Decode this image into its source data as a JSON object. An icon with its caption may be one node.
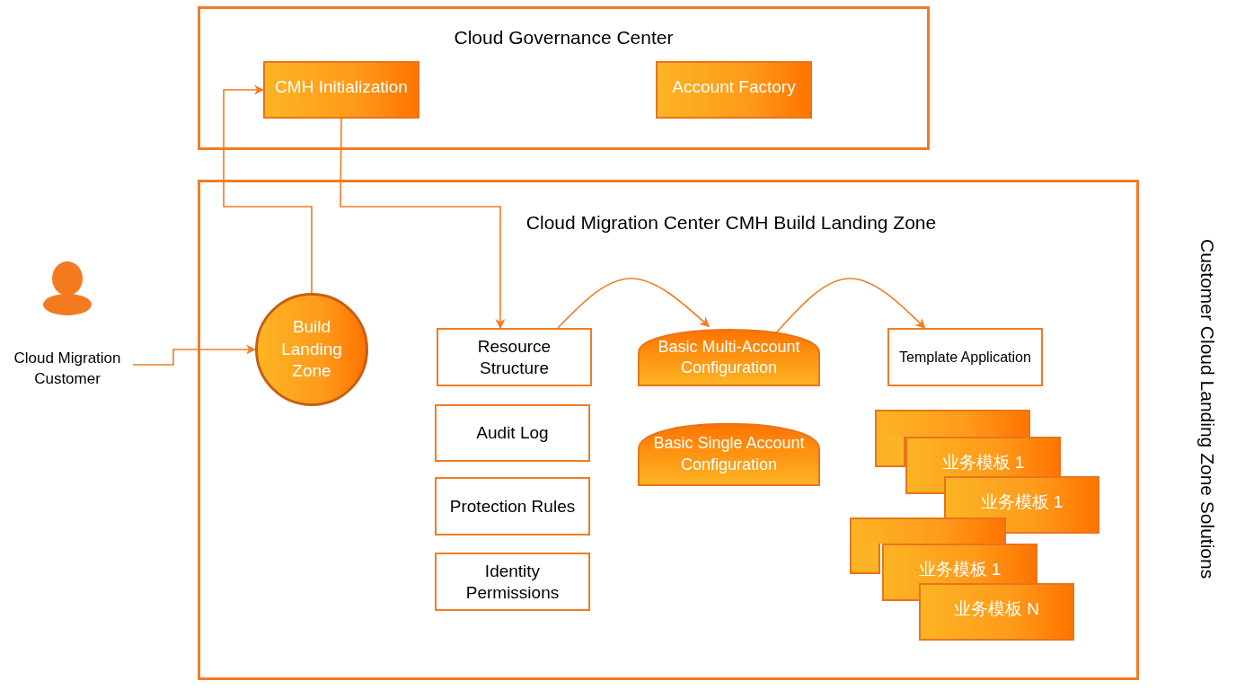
{
  "diagram": {
    "nodes": [
      {
        "text": [
          "Cloud Governance Center"
        ]
      },
      {
        "text": [
          "CMH Initialization"
        ],
        "in": 0
      },
      {
        "text": [
          "Account Factory"
        ],
        "in": 0
      },
      {
        "text": [
          "Cloud Migration Customer"
        ]
      },
      {
        "text": [
          "Cloud Migration Center CMH Build Landing Zone"
        ]
      },
      {
        "text": [
          "Build Landing Zone"
        ],
        "in": 4
      },
      {
        "text": [
          "Resource Structure"
        ],
        "in": 4
      },
      {
        "text": [
          "Audit Log"
        ],
        "in": 4
      },
      {
        "text": [
          "Protection Rules"
        ],
        "in": 4
      },
      {
        "text": [
          "Identity Permissions"
        ],
        "in": 4
      },
      {
        "text": [
          "Basic Multi-Account Configuration"
        ],
        "in": 4
      },
      {
        "text": [
          "Basic Single Account Configuration"
        ],
        "in": 4
      },
      {
        "text": [
          "Template Application"
        ],
        "in": 4
      },
      {
        "text": [],
        "shape": "box",
        "in": 4
      },
      {
        "text": [
          "业务模板 1"
        ],
        "in": 4
      },
      {
        "text": [
          "业务模板 1"
        ],
        "in": 4
      },
      {
        "text": [],
        "shape": "box",
        "in": 4
      },
      {
        "text": [
          "业务模板 1"
        ],
        "in": 4
      },
      {
        "text": [
          "业务模板 N"
        ],
        "in": 4
      }
    ],
    "edges": [
      {
        "from": 3,
        "to": 5,
        "arrow": "to"
      },
      {
        "from": 5,
        "to": 1,
        "arrow": "to"
      },
      {
        "from": 1,
        "to": 6,
        "arrow": "to"
      },
      {
        "from": 6,
        "to": 10,
        "arrow": "to"
      },
      {
        "from": 10,
        "to": 12,
        "arrow": "to"
      }
    ],
    "labels": [
      "Customer Cloud Landing Zone Solutions"
    ]
  }
}
